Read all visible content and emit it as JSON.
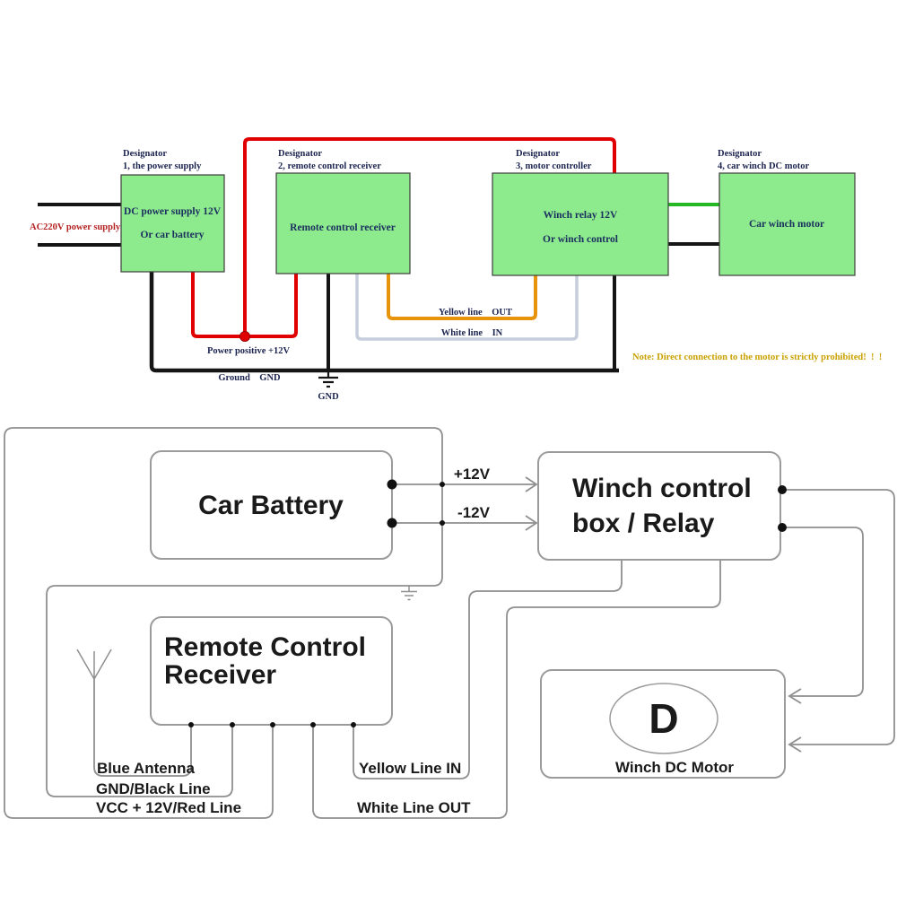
{
  "top": {
    "designators": [
      {
        "l1": "Designator",
        "l2": "1, the power supply"
      },
      {
        "l1": "Designator",
        "l2": "2, remote control receiver"
      },
      {
        "l1": "Designator",
        "l2": "3, motor controller"
      },
      {
        "l1": "Designator",
        "l2": "4, car winch DC motor"
      }
    ],
    "box1": {
      "line1": "DC power supply 12V",
      "line2": "Or car battery"
    },
    "box2": {
      "line1": "Remote control receiver"
    },
    "box3": {
      "line1": "Winch relay 12V",
      "line2": "Or winch control"
    },
    "box4": {
      "line1": "Car winch motor"
    },
    "ac_supply_label": "AC220V power supply",
    "power_positive_label": "Power positive +12V",
    "ground_bus_label": "Ground  GND",
    "gnd_symbol_label": "GND",
    "yellow_wire_label": "Yellow line  OUT",
    "white_wire_label": "White line  IN",
    "note": "Note: Direct connection to the motor is strictly prohibited! ! !"
  },
  "bottom": {
    "battery_label": "Car Battery",
    "winch_box_line1": "Winch control",
    "winch_box_line2": "box / Relay",
    "receiver_line1": "Remote Control",
    "receiver_line2": "Receiver",
    "motor_letter": "D",
    "motor_label": "Winch DC Motor",
    "plus12_label": "+12V",
    "minus12_label": "-12V",
    "blue_antenna_label": "Blue Antenna",
    "gnd_black_label": "GND/Black Line",
    "vcc_red_label": "VCC + 12V/Red Line",
    "yellow_in_label": "Yellow Line IN",
    "white_out_label": "White Line OUT"
  },
  "colors": {
    "wire_red": "#e00000",
    "wire_black": "#151515",
    "wire_orange": "#e8930c",
    "wire_white": "#c6cedb",
    "wire_green": "#25b825",
    "green_box_fill": "#8deb8d",
    "navy_text": "#1c3060",
    "ac_label_red": "#b42222",
    "note_gold": "#c9a100",
    "schematic_gray": "#8f8f8f"
  }
}
